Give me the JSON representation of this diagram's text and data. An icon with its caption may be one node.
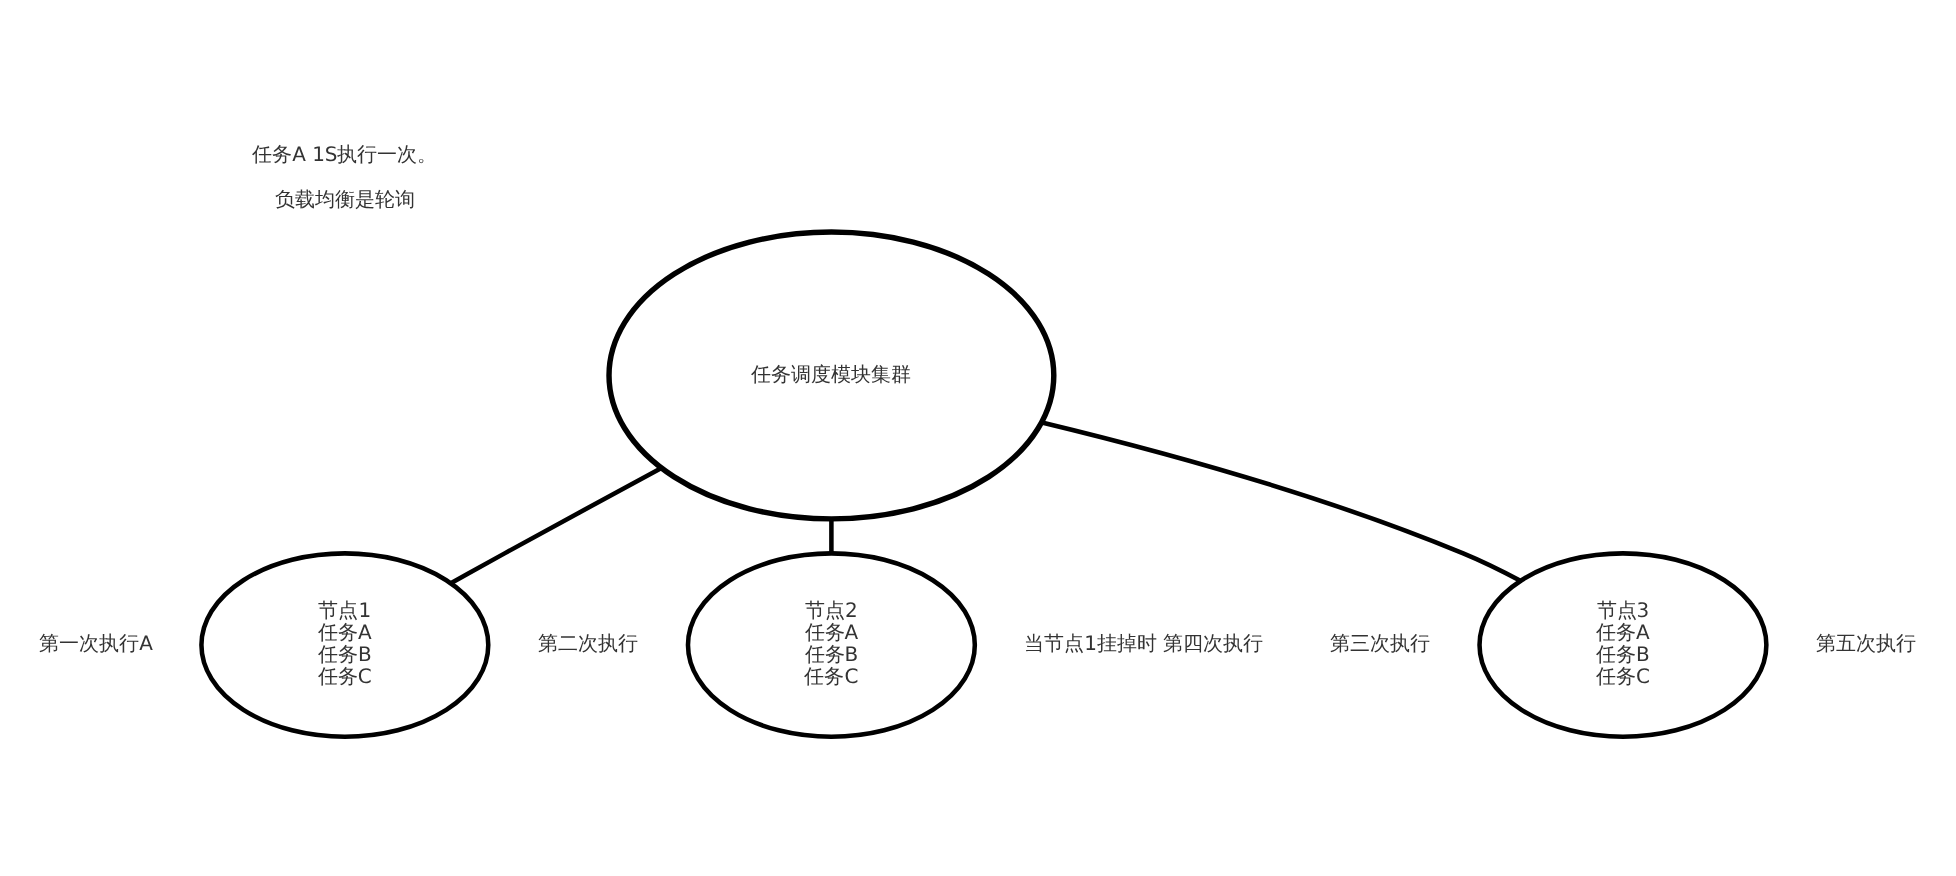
{
  "diagram": {
    "nodes": [
      {
        "text": [
          "任务调度模块集群"
        ]
      },
      {
        "text": [
          "节点1",
          "任务A",
          "任务B",
          "任务C"
        ],
        "beside": [
          "第一次执行A"
        ]
      },
      {
        "text": [
          "节点2",
          "任务A",
          "任务B",
          "任务C"
        ],
        "beside": [
          "第二次执行",
          "当节点1挂掉时 第四次执行"
        ]
      },
      {
        "text": [
          "节点3",
          "任务A",
          "任务B",
          "任务C"
        ],
        "beside": [
          "第三次执行",
          "第五次执行"
        ]
      }
    ],
    "edges": [
      {
        "from": 0,
        "to": 1,
        "arrow": "none"
      },
      {
        "from": 0,
        "to": 2,
        "arrow": "none"
      },
      {
        "from": 0,
        "to": 3,
        "arrow": "none"
      }
    ],
    "labels": [
      "任务A 1S执行一次。",
      "负载均衡是轮询"
    ]
  }
}
